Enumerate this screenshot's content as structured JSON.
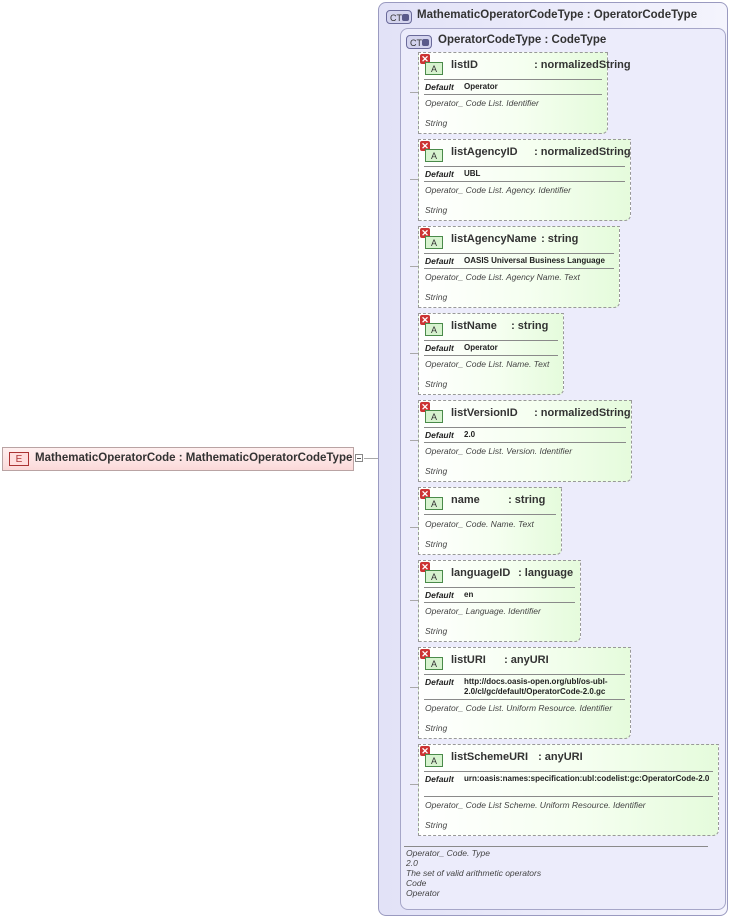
{
  "element": {
    "badge": "E",
    "title": "MathematicOperatorCode : MathematicOperatorCodeType"
  },
  "outer_type": {
    "badge": "CT",
    "title": "MathematicOperatorCodeType : OperatorCodeType"
  },
  "inner_type": {
    "badge": "CT",
    "title": "OperatorCodeType : CodeType",
    "doc": [
      "Operator_ Code. Type",
      "2.0",
      "The set of valid arithmetic operators",
      "Code",
      "Operator"
    ]
  },
  "attributes": [
    {
      "badge": "A",
      "name": "listID",
      "type": ": normalizedString",
      "default_label": "Default",
      "default": "Operator",
      "doc1": "Operator_ Code List. Identifier",
      "doc2": "String"
    },
    {
      "badge": "A",
      "name": "listAgencyID",
      "type": ": normalizedString",
      "default_label": "Default",
      "default": "UBL",
      "doc1": "Operator_ Code List. Agency. Identifier",
      "doc2": "String"
    },
    {
      "badge": "A",
      "name": "listAgencyName",
      "type": ": string",
      "default_label": "Default",
      "default": "OASIS Universal Business Language",
      "doc1": "Operator_ Code List. Agency Name. Text",
      "doc2": "String"
    },
    {
      "badge": "A",
      "name": "listName",
      "type": ": string",
      "default_label": "Default",
      "default": "Operator",
      "doc1": "Operator_ Code List. Name. Text",
      "doc2": "String"
    },
    {
      "badge": "A",
      "name": "listVersionID",
      "type": ": normalizedString",
      "default_label": "Default",
      "default": "2.0",
      "doc1": "Operator_ Code List. Version. Identifier",
      "doc2": "String"
    },
    {
      "badge": "A",
      "name": "name",
      "type": ": string",
      "default_label": "",
      "default": "",
      "doc1": "Operator_ Code. Name. Text",
      "doc2": "String"
    },
    {
      "badge": "A",
      "name": "languageID",
      "type": ": language",
      "default_label": "Default",
      "default": "en",
      "doc1": "Operator_ Language. Identifier",
      "doc2": "String"
    },
    {
      "badge": "A",
      "name": "listURI",
      "type": ": anyURI",
      "default_label": "Default",
      "default": "http://docs.oasis-open.org/ubl/os-ubl-2.0/cl/gc/default/OperatorCode-2.0.gc",
      "doc1": "Operator_ Code List. Uniform Resource. Identifier",
      "doc2": "String"
    },
    {
      "badge": "A",
      "name": "listSchemeURI",
      "type": ": anyURI",
      "default_label": "Default",
      "default": "urn:oasis:names:specification:ubl:codelist:gc:OperatorCode-2.0",
      "doc1": "Operator_ Code List Scheme. Uniform Resource. Identifier",
      "doc2": "String"
    }
  ],
  "colors": {
    "element_bg": "#fbd9d9",
    "ct_bg": "#e2e2f7",
    "attr_bg": "#e5fbdc",
    "required_mark": "#cc3333"
  }
}
